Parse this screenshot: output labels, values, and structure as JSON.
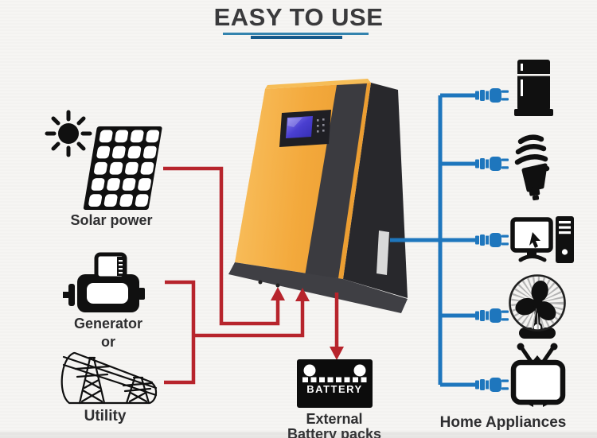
{
  "title": {
    "text": "EASY TO USE"
  },
  "colors": {
    "title_text": "#3a3a3c",
    "underline_light": "#3383ae",
    "underline_dark": "#15598a",
    "label_text": "#2e2e30",
    "icon_black": "#101010",
    "input_line": "#b7242c",
    "output_line": "#1e76bd",
    "inverter_yellow": "#f3a93c",
    "inverter_dark": "#3b3b40"
  },
  "sources": {
    "solar": {
      "label": "Solar power",
      "icons": [
        "sun-icon",
        "solar-panel-icon"
      ]
    },
    "generator": {
      "label": "Generator",
      "icon": "generator-icon"
    },
    "conjunction": "or",
    "utility": {
      "label": "Utility",
      "icon": "utility-towers-icon"
    }
  },
  "inverter": {
    "icon": "inverter-photo"
  },
  "battery": {
    "badge": "BATTERY",
    "label_line1": "External",
    "label_line2": "Battery packs",
    "icon": "battery-icon"
  },
  "appliances": {
    "label": "Home Appliances",
    "items": [
      {
        "name": "refrigerator",
        "icon": "refrigerator-icon"
      },
      {
        "name": "cfl-bulb",
        "icon": "cfl-bulb-icon"
      },
      {
        "name": "desktop-computer",
        "icon": "desktop-computer-icon"
      },
      {
        "name": "table-fan",
        "icon": "table-fan-icon"
      },
      {
        "name": "tv",
        "icon": "tv-icon"
      }
    ]
  }
}
